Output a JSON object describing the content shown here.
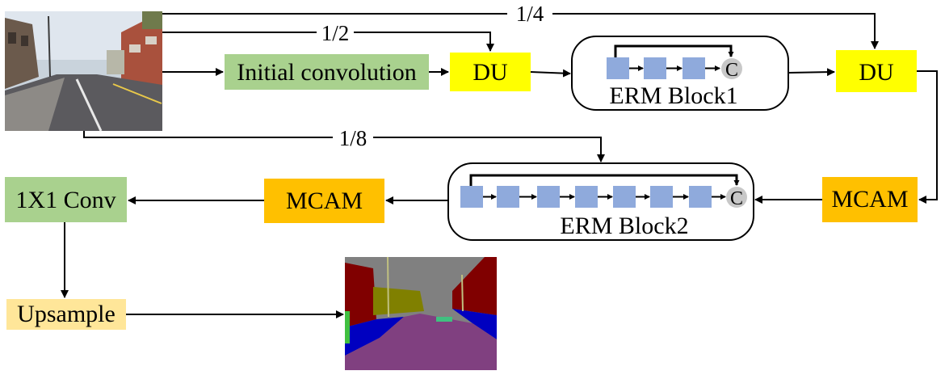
{
  "nodes": {
    "input_image": {
      "kind": "photo",
      "subject": "street scene input"
    },
    "initial_conv": {
      "label": "Initial convolution",
      "color": "#a9d18e"
    },
    "du1": {
      "label": "DU",
      "color": "#ffff00"
    },
    "erm1": {
      "label": "ERM Block1",
      "units": 3,
      "unit_color": "#8faadc",
      "concat": "C"
    },
    "du2": {
      "label": "DU",
      "color": "#ffff00"
    },
    "mcam_right": {
      "label": "MCAM",
      "color": "#ffc000"
    },
    "erm2": {
      "label": "ERM Block2",
      "units": 7,
      "unit_color": "#8faadc",
      "concat": "C"
    },
    "mcam_left": {
      "label": "MCAM",
      "color": "#ffc000"
    },
    "conv1x1": {
      "label": "1X1 Conv",
      "color": "#a9d18e"
    },
    "upsample": {
      "label": "Upsample",
      "color": "#ffe699"
    },
    "output_map": {
      "kind": "segmentation map"
    }
  },
  "edges": {
    "scale_half": "1/2",
    "scale_quarter": "1/4",
    "scale_eighth": "1/8"
  }
}
